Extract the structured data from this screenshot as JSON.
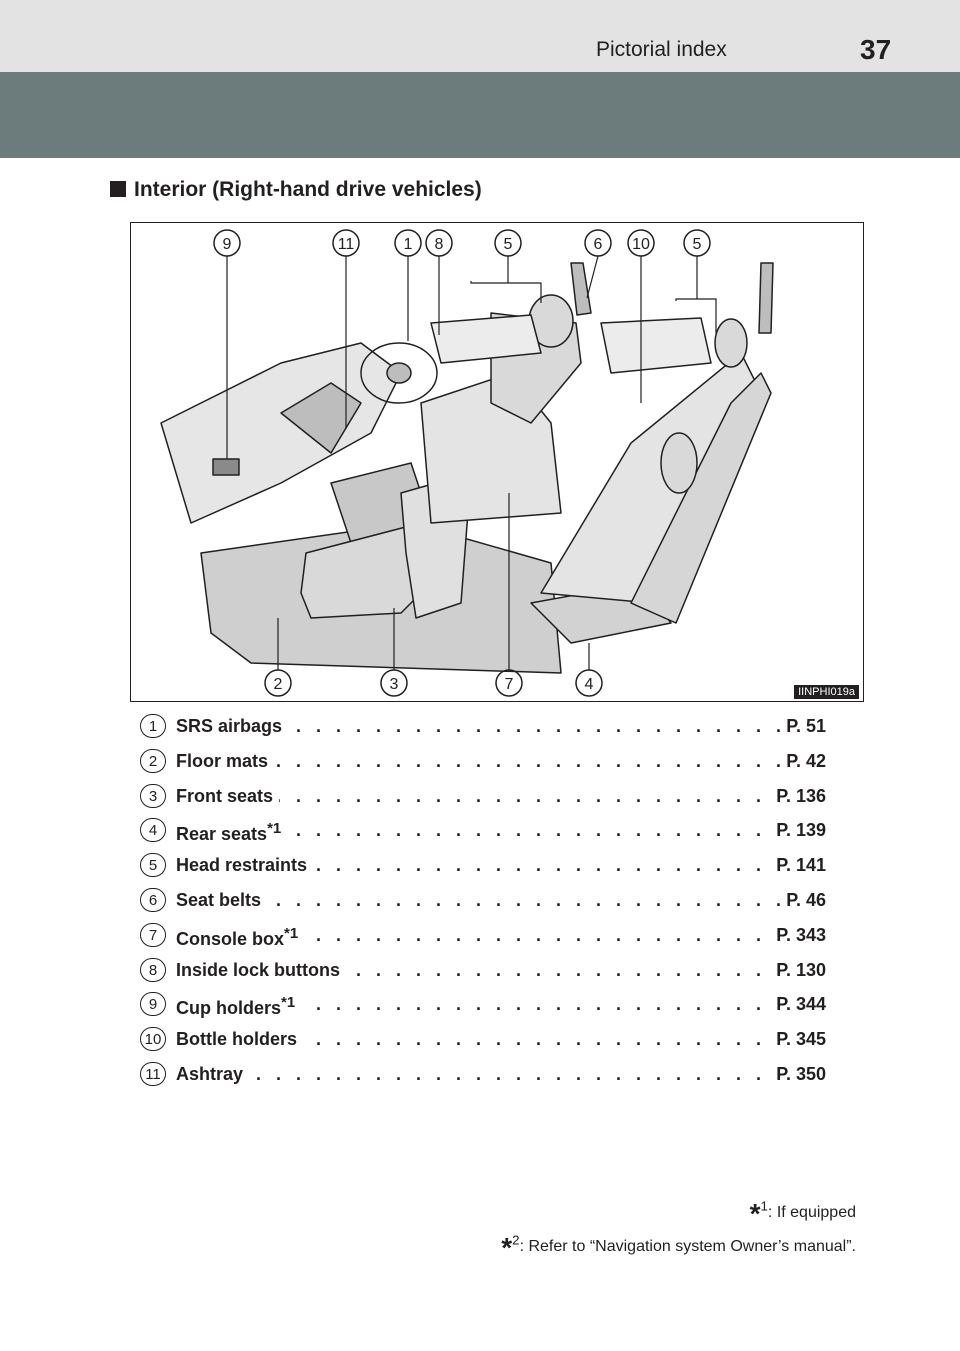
{
  "header": {
    "section_title": "Pictorial index",
    "page_number": "37"
  },
  "heading": "Interior (Right-hand drive vehicles)",
  "figure": {
    "id": "IINPHI019a",
    "top_callouts": [
      "9",
      "11",
      "1",
      "8",
      "5",
      "6",
      "10",
      "5"
    ],
    "bottom_callouts": [
      "2",
      "3",
      "7",
      "4"
    ]
  },
  "items": [
    {
      "num": "1",
      "label": "SRS airbags",
      "sup": "",
      "page": "P. 51"
    },
    {
      "num": "2",
      "label": "Floor mats",
      "sup": "",
      "page": "P. 42"
    },
    {
      "num": "3",
      "label": "Front seats",
      "sup": "",
      "page": "P. 136"
    },
    {
      "num": "4",
      "label": "Rear seats",
      "sup": "*1",
      "page": "P. 139"
    },
    {
      "num": "5",
      "label": "Head restraints",
      "sup": "",
      "page": "P. 141"
    },
    {
      "num": "6",
      "label": "Seat belts",
      "sup": "",
      "page": "P. 46"
    },
    {
      "num": "7",
      "label": "Console box",
      "sup": "*1",
      "page": "P. 343"
    },
    {
      "num": "8",
      "label": "Inside lock buttons",
      "sup": "",
      "page": "P. 130"
    },
    {
      "num": "9",
      "label": "Cup holders",
      "sup": "*1",
      "page": "P. 344"
    },
    {
      "num": "10",
      "label": "Bottle holders",
      "sup": "",
      "page": "P. 345"
    },
    {
      "num": "11",
      "label": "Ashtray",
      "sup": "",
      "page": "P. 350"
    }
  ],
  "footnotes": [
    {
      "mark": "*",
      "sup": "1",
      "text": ": If equipped"
    },
    {
      "mark": "*",
      "sup": "2",
      "text": ": Refer to “Navigation system Owner’s manual”."
    }
  ]
}
